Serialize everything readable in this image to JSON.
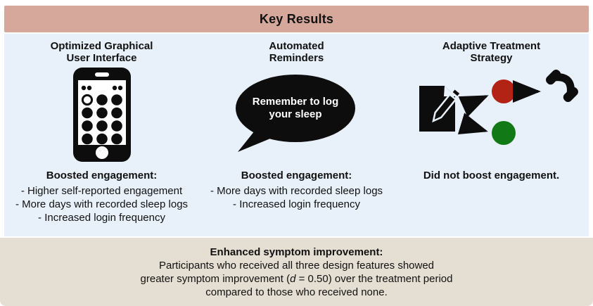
{
  "title": "Key Results",
  "colors": {
    "banner_bg": "#d5a89b",
    "main_bg": "#e8f0f9",
    "bottom_bg": "#e5dfd3",
    "icon_black": "#0d0d0d",
    "red": "#b22215",
    "green": "#117a17"
  },
  "columns": [
    {
      "heading": "Optimized Graphical\nUser Interface",
      "icon": "smartphone-keypad-icon",
      "result_label": "Boosted engagement:",
      "bullets": [
        "- Higher self-reported engagement",
        "- More days with recorded sleep logs",
        "- Increased login frequency"
      ]
    },
    {
      "heading": "Automated\nReminders",
      "icon": "speech-bubble-icon",
      "bubble_text": "Remember to log\nyour sleep",
      "result_label": "Boosted engagement:",
      "bullets": [
        "- More days with recorded sleep logs",
        "- Increased login frequency"
      ]
    },
    {
      "heading": "Adaptive Treatment\nStrategy",
      "icon": "document-pencil-outcomes-handset-icon",
      "result_label": "Did not boost engagement.",
      "bullets": []
    }
  ],
  "footer": {
    "heading": "Enhanced symptom improvement:",
    "line1": "Participants who received all three design features showed",
    "line2_pre": "greater symptom improvement (",
    "line2_italic": "d",
    "line2_post": " = 0.50) over the treatment period",
    "line3": "compared to those who received none."
  }
}
